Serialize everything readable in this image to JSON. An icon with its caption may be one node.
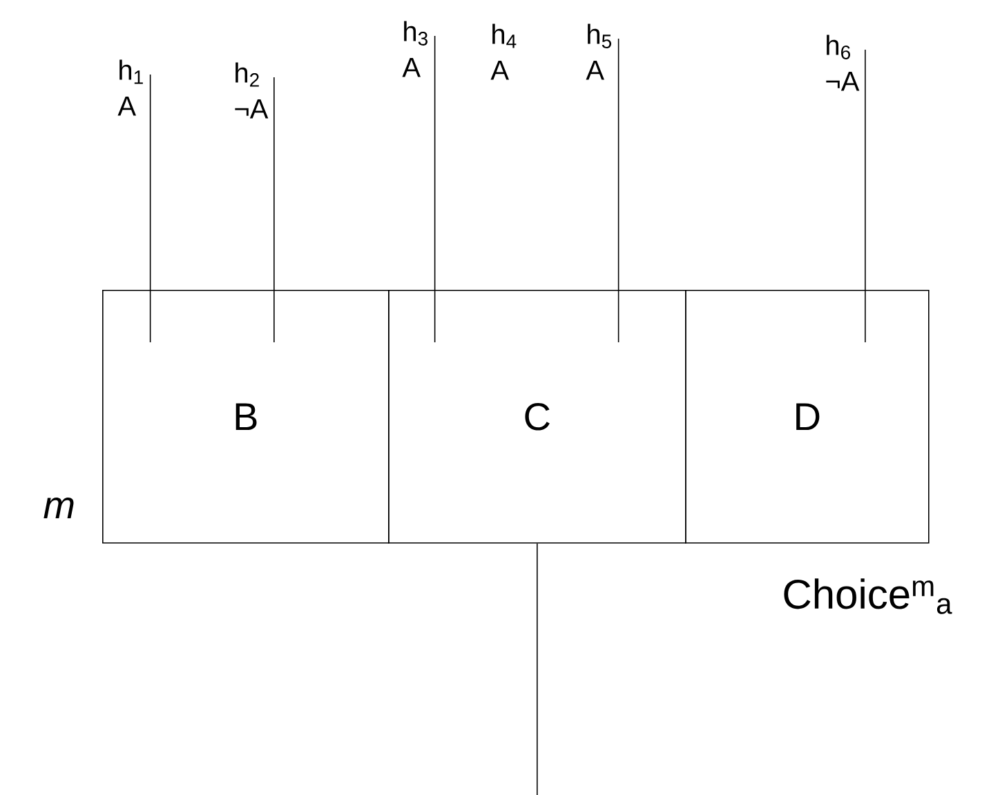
{
  "diagram": {
    "nodes": [
      {
        "text": [
          "B"
        ]
      },
      {
        "text": [
          "C"
        ]
      },
      {
        "text": [
          "D"
        ]
      },
      {
        "text": [
          "h$_{1}$",
          "A"
        ]
      },
      {
        "text": [
          "h$_{2}$",
          "¬A"
        ]
      },
      {
        "text": [
          "h$_{3}$",
          "A"
        ]
      },
      {
        "text": [
          "h$_{4}$",
          "A"
        ]
      },
      {
        "text": [
          "h$_{5}$",
          "A"
        ]
      },
      {
        "text": [
          "h$_{6}$",
          "¬A"
        ]
      }
    ],
    "edges": [
      {
        "from": 3,
        "to": 0,
        "arrow": "none"
      },
      {
        "from": 4,
        "to": 0,
        "arrow": "none"
      },
      {
        "from": 5,
        "to": 1,
        "arrow": "none"
      },
      {
        "from": 7,
        "to": 1,
        "arrow": "none"
      },
      {
        "from": 8,
        "to": 2,
        "arrow": "none"
      },
      {
        "from": 1,
        "to": null,
        "arrow": "none"
      }
    ],
    "labels": [
      "*m*",
      "Choice$^{m}$$_{a}$"
    ]
  }
}
